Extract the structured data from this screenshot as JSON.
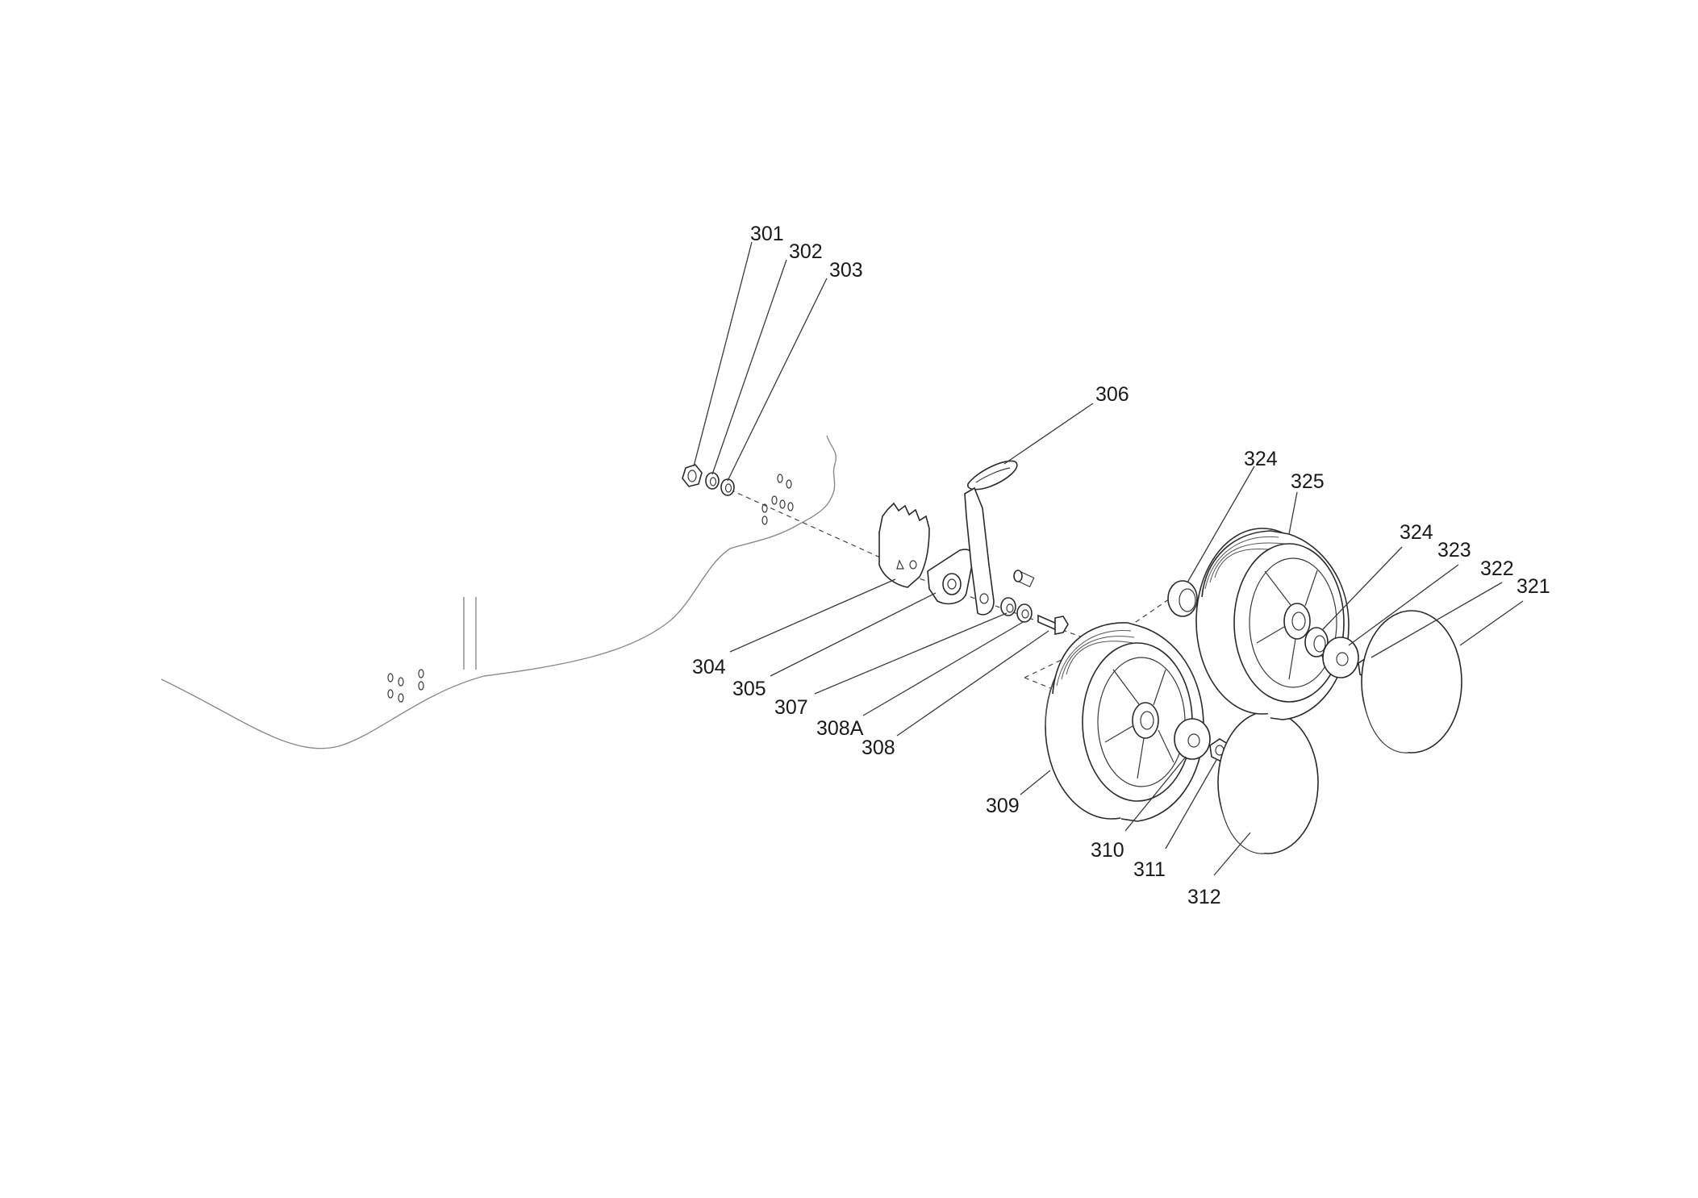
{
  "callouts": [
    {
      "id": "301",
      "label": "301"
    },
    {
      "id": "302",
      "label": "302"
    },
    {
      "id": "303",
      "label": "303"
    },
    {
      "id": "304",
      "label": "304"
    },
    {
      "id": "305",
      "label": "305"
    },
    {
      "id": "306",
      "label": "306"
    },
    {
      "id": "307",
      "label": "307"
    },
    {
      "id": "308A",
      "label": "308A"
    },
    {
      "id": "308",
      "label": "308"
    },
    {
      "id": "309",
      "label": "309"
    },
    {
      "id": "310",
      "label": "310"
    },
    {
      "id": "311",
      "label": "311"
    },
    {
      "id": "312",
      "label": "312"
    },
    {
      "id": "321",
      "label": "321"
    },
    {
      "id": "322",
      "label": "322"
    },
    {
      "id": "323",
      "label": "323"
    },
    {
      "id": "324a",
      "label": "324"
    },
    {
      "id": "324b",
      "label": "324"
    },
    {
      "id": "325",
      "label": "325"
    }
  ]
}
